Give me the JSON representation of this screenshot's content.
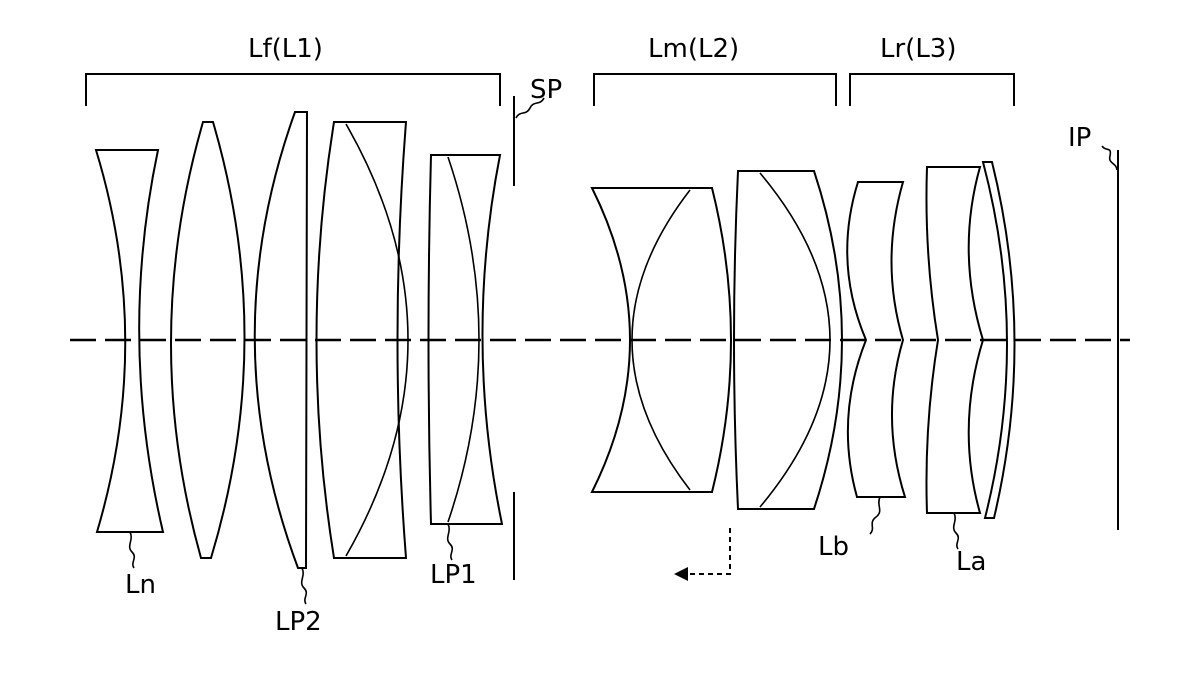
{
  "labels": {
    "group_front": "Lf(L1)",
    "group_middle": "Lm(L2)",
    "group_rear": "Lr(L3)",
    "stop": "SP",
    "image_plane": "IP",
    "lens_n": "Ln",
    "lens_p2": "LP2",
    "lens_p1": "LP1",
    "lens_b": "Lb",
    "lens_a": "La"
  },
  "colors": {
    "line": "#000000",
    "background": "#ffffff"
  }
}
